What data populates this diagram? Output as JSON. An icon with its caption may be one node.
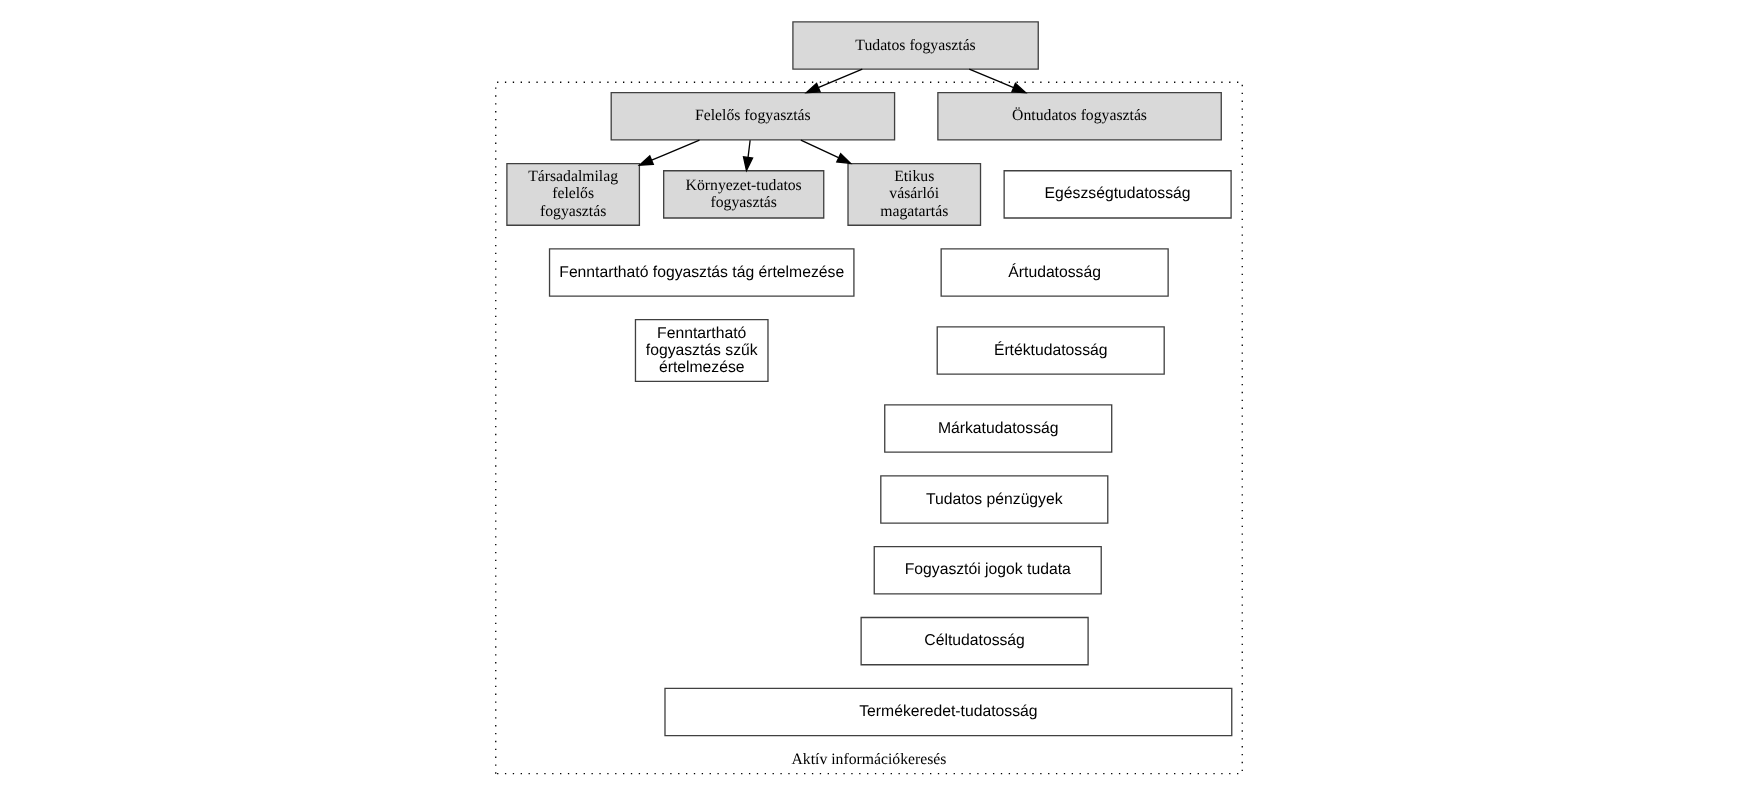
{
  "diagram": {
    "nodes": [
      {
        "text": [
          "Tudatos fogyasztás"
        ]
      },
      {
        "text": [
          "Aktív információkeresés"
        ]
      },
      {
        "text": [
          "Öntudatos fogyasztás"
        ],
        "in": 1
      },
      {
        "text": [
          "Felelős fogyasztás"
        ],
        "in": 1
      },
      {
        "text": [
          "Egészségtudatosság"
        ],
        "in": 1
      },
      {
        "text": [
          "Ártudatosság"
        ],
        "in": 1
      },
      {
        "text": [
          "Értéktudatosság"
        ],
        "in": 1
      },
      {
        "text": [
          "Márkatudatosság"
        ],
        "in": 1
      },
      {
        "text": [
          "Tudatos pénzügyek"
        ],
        "in": 1
      },
      {
        "text": [
          "Fogyasztói jogok tudata"
        ],
        "in": 1
      },
      {
        "text": [
          "Céltudatosság"
        ],
        "in": 1
      },
      {
        "text": [
          "Társadalmilag felelős fogyasztás"
        ],
        "in": 1
      },
      {
        "text": [
          "Környezet-tudatos fogyasztás"
        ],
        "in": 1
      },
      {
        "text": [
          "Etikus vásárlói magatartás"
        ],
        "in": 1
      },
      {
        "text": [
          "Fenntartható fogyasztás tág értelmezése"
        ],
        "in": 1
      },
      {
        "text": [
          "Fenntartható fogyasztás szűk értelmezése"
        ],
        "in": 1
      },
      {
        "text": [
          "Termékeredet-tudatosság"
        ],
        "in": 1
      }
    ],
    "edges": [
      {
        "from": 0,
        "to": 2,
        "arrow": "to"
      },
      {
        "from": 0,
        "to": 3,
        "arrow": "to"
      },
      {
        "from": 3,
        "to": 11,
        "arrow": "to"
      },
      {
        "from": 3,
        "to": 12,
        "arrow": "to"
      },
      {
        "from": 3,
        "to": 13,
        "arrow": "to"
      }
    ]
  }
}
